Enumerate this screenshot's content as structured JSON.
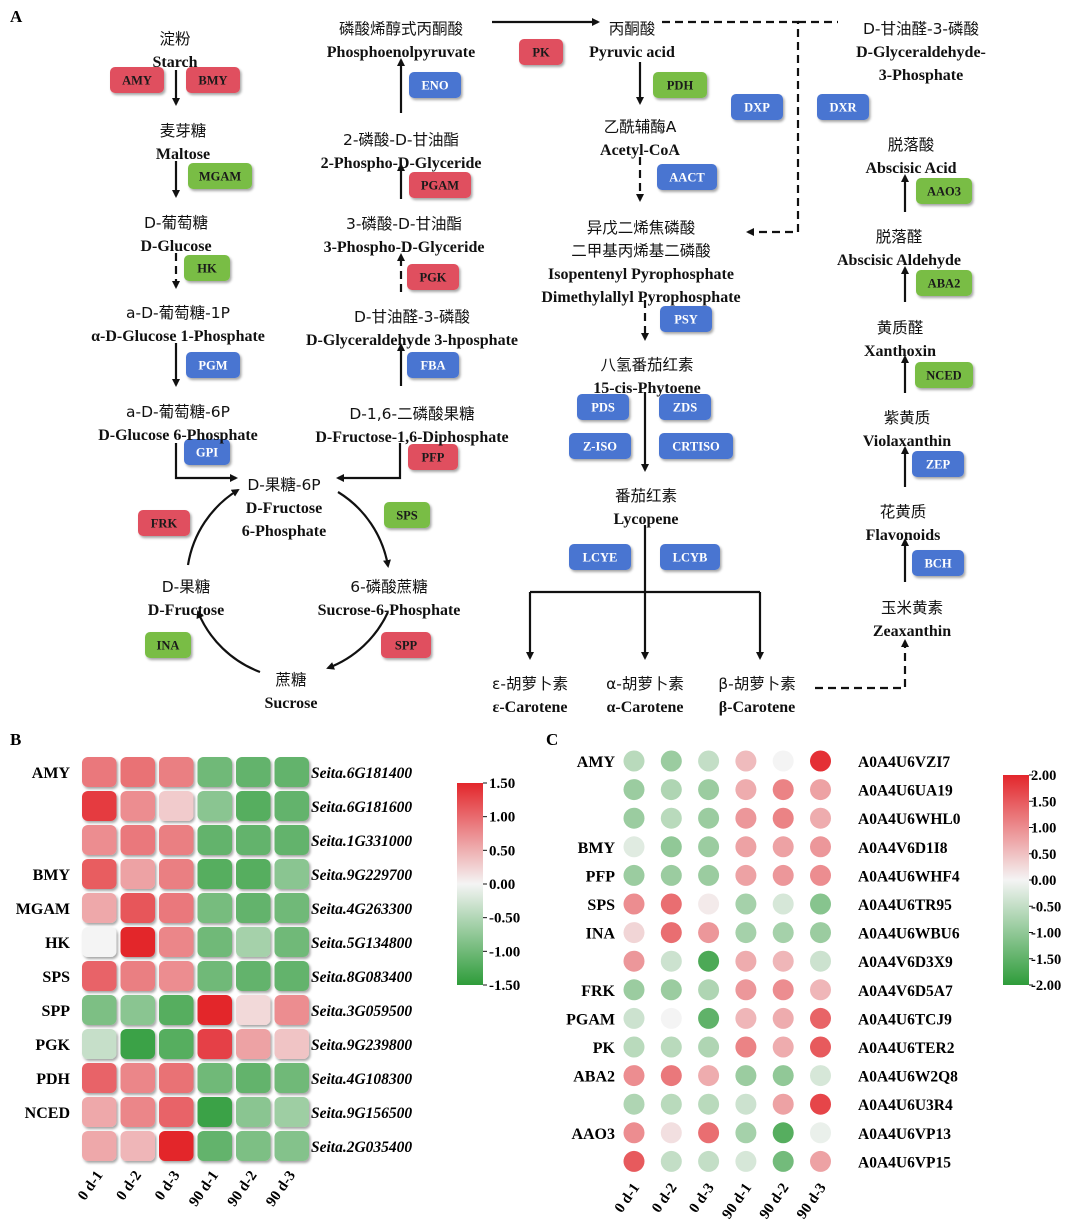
{
  "panels": {
    "a": "A",
    "b": "B",
    "c": "C"
  },
  "colors": {
    "red": "#e0505e",
    "green": "#79bd45",
    "blue": "#4a74d1",
    "heat_high": "#e3262b",
    "heat_mid": "#f4f4f4",
    "heat_low": "#2e9c3a"
  },
  "compounds": [
    {
      "id": "starch",
      "cn": "淀粉",
      "en": "Starch"
    },
    {
      "id": "maltose",
      "cn": "麦芽糖",
      "en": "Maltose"
    },
    {
      "id": "dglucose",
      "cn": "D-葡萄糖",
      "en": "D-Glucose"
    },
    {
      "id": "g1p",
      "cn": "a-D-葡萄糖-1P",
      "en": "α-D-Glucose 1-Phosphate"
    },
    {
      "id": "g6p",
      "cn": "a-D-葡萄糖-6P",
      "en": "D-Glucose 6-Phosphate"
    },
    {
      "id": "f6p",
      "cn": "D-果糖-6P",
      "en": "D-Fructose",
      "en2": "6-Phosphate"
    },
    {
      "id": "fructose",
      "cn": "D-果糖",
      "en": "D-Fructose"
    },
    {
      "id": "s6p",
      "cn": "6-磷酸蔗糖",
      "en": "Sucrose-6-Phosphate"
    },
    {
      "id": "sucrose",
      "cn": "蔗糖",
      "en": "Sucrose"
    },
    {
      "id": "pep",
      "cn": "磷酸烯醇式丙酮酸",
      "en": "Phosphoenolpyruvate"
    },
    {
      "id": "pg2",
      "cn": "2-磷酸-D-甘油酯",
      "en": "2-Phospho-D-Glyceride"
    },
    {
      "id": "pg3",
      "cn": "3-磷酸-D-甘油酯",
      "en": "3-Phospho-D-Glyceride"
    },
    {
      "id": "g3p",
      "cn": "D-甘油醛-3-磷酸",
      "en": "D-Glyceraldehyde 3-hposphate"
    },
    {
      "id": "fbp",
      "cn": "D-1,6-二磷酸果糖",
      "en": "D-Fructose-1,6-Diphosphate"
    },
    {
      "id": "pyr",
      "cn": "丙酮酸",
      "en": "Pyruvic acid"
    },
    {
      "id": "acoa",
      "cn": "乙酰辅酶A",
      "en": "Acetyl-CoA"
    },
    {
      "id": "ipp",
      "cn": "异戊二烯焦磷酸",
      "cn2": "二甲基丙烯基二磷酸",
      "en": "Isopentenyl Pyrophosphate",
      "en2": "Dimethylallyl Pyrophosphate"
    },
    {
      "id": "phy",
      "cn": "八氢番茄红素",
      "en": "15-cis-Phytoene"
    },
    {
      "id": "lyc",
      "cn": "番茄红素",
      "en": "Lycopene"
    },
    {
      "id": "ecar",
      "cn": "ε-胡萝卜素",
      "en": "ε-Carotene"
    },
    {
      "id": "acar",
      "cn": "α-胡萝卜素",
      "en": "α-Carotene"
    },
    {
      "id": "bcar",
      "cn": "β-胡萝卜素",
      "en": "β-Carotene"
    },
    {
      "id": "gap3",
      "cn": "D-甘油醛-3-磷酸",
      "en": "D-Glyceraldehyde-",
      "en2": "3-Phosphate"
    },
    {
      "id": "aba",
      "cn": "脱落酸",
      "en": "Abscisic Acid"
    },
    {
      "id": "abald",
      "cn": "脱落醛",
      "en": "Abscisic Aldehyde"
    },
    {
      "id": "xan",
      "cn": "黄质醛",
      "en": "Xanthoxin"
    },
    {
      "id": "vio",
      "cn": "紫黄质",
      "en": "Violaxanthin"
    },
    {
      "id": "flav",
      "cn": "花黄质",
      "en": "Flavonoids"
    },
    {
      "id": "zea",
      "cn": "玉米黄素",
      "en": "Zeaxanthin"
    }
  ],
  "enzymes": [
    {
      "label": "AMY",
      "color": "red"
    },
    {
      "label": "BMY",
      "color": "red"
    },
    {
      "label": "MGAM",
      "color": "green"
    },
    {
      "label": "HK",
      "color": "green"
    },
    {
      "label": "PGM",
      "color": "blue"
    },
    {
      "label": "GPI",
      "color": "blue"
    },
    {
      "label": "FRK",
      "color": "red"
    },
    {
      "label": "SPS",
      "color": "green"
    },
    {
      "label": "INA",
      "color": "green"
    },
    {
      "label": "SPP",
      "color": "red"
    },
    {
      "label": "PK",
      "color": "red"
    },
    {
      "label": "ENO",
      "color": "blue"
    },
    {
      "label": "PGAM",
      "color": "red"
    },
    {
      "label": "PGK",
      "color": "red"
    },
    {
      "label": "FBA",
      "color": "blue"
    },
    {
      "label": "PFP",
      "color": "red"
    },
    {
      "label": "PDH",
      "color": "green"
    },
    {
      "label": "AACT",
      "color": "blue"
    },
    {
      "label": "DXP",
      "color": "blue"
    },
    {
      "label": "DXR",
      "color": "blue"
    },
    {
      "label": "PSY",
      "color": "blue"
    },
    {
      "label": "PDS",
      "color": "blue"
    },
    {
      "label": "ZDS",
      "color": "blue"
    },
    {
      "label": "Z-ISO",
      "color": "blue"
    },
    {
      "label": "CRTISO",
      "color": "blue"
    },
    {
      "label": "LCYE",
      "color": "blue"
    },
    {
      "label": "LCYB",
      "color": "blue"
    },
    {
      "label": "AAO3",
      "color": "green"
    },
    {
      "label": "ABA2",
      "color": "green"
    },
    {
      "label": "NCED",
      "color": "green"
    },
    {
      "label": "ZEP",
      "color": "blue"
    },
    {
      "label": "BCH",
      "color": "blue"
    }
  ],
  "chart_data": [
    {
      "type": "heatmap",
      "panel": "B",
      "columns": [
        "0 d-1",
        "0 d-2",
        "0 d-3",
        "90 d-1",
        "90 d-2",
        "90 d-3"
      ],
      "rows": [
        {
          "gene": "Seita.6G181400",
          "enzyme": "AMY",
          "values": [
            0.9,
            0.95,
            0.85,
            -1.0,
            -1.1,
            -1.1
          ]
        },
        {
          "gene": "Seita.6G181600",
          "enzyme": "",
          "values": [
            1.35,
            0.75,
            0.3,
            -0.8,
            -1.2,
            -1.1
          ]
        },
        {
          "gene": "Seita.1G331000",
          "enzyme": "",
          "values": [
            0.75,
            0.9,
            0.85,
            -1.1,
            -1.1,
            -1.1
          ]
        },
        {
          "gene": "Seita.9G229700",
          "enzyme": "BMY",
          "values": [
            1.1,
            0.6,
            0.85,
            -1.2,
            -1.2,
            -0.8
          ]
        },
        {
          "gene": "Seita.4G263300",
          "enzyme": "MGAM",
          "values": [
            0.55,
            1.15,
            0.9,
            -0.95,
            -1.1,
            -1.0
          ]
        },
        {
          "gene": "Seita.5G134800",
          "enzyme": "HK",
          "values": [
            0.0,
            1.5,
            0.8,
            -1.0,
            -0.6,
            -1.0
          ]
        },
        {
          "gene": "Seita.8G083400",
          "enzyme": "SPS",
          "values": [
            1.05,
            0.85,
            0.75,
            -1.0,
            -1.1,
            -1.1
          ]
        },
        {
          "gene": "Seita.3G059500",
          "enzyme": "SPP",
          "values": [
            -0.9,
            -0.8,
            -1.2,
            1.5,
            0.2,
            0.75
          ]
        },
        {
          "gene": "Seita.9G239800",
          "enzyme": "PGK",
          "values": [
            -0.35,
            -1.4,
            -1.2,
            1.3,
            0.6,
            0.35
          ]
        },
        {
          "gene": "Seita.4G108300",
          "enzyme": "PDH",
          "values": [
            1.05,
            0.8,
            0.95,
            -1.0,
            -1.1,
            -1.0
          ]
        },
        {
          "gene": "Seita.9G156500",
          "enzyme": "NCED",
          "values": [
            0.55,
            0.8,
            1.05,
            -1.4,
            -0.8,
            -0.65
          ]
        },
        {
          "gene": "Seita.2G035400",
          "enzyme": "",
          "values": [
            0.55,
            0.45,
            1.5,
            -1.1,
            -0.9,
            -0.85
          ]
        }
      ],
      "colorbar": {
        "min": -1.5,
        "max": 1.5,
        "ticks": [
          "1.50",
          "1.00",
          "0.50",
          "0.00",
          "-0.50",
          "-1.00",
          "-1.50"
        ]
      }
    },
    {
      "type": "heatmap",
      "panel": "C",
      "columns": [
        "0 d-1",
        "0 d-2",
        "0 d-3",
        "90 d-1",
        "90 d-2",
        "90 d-3"
      ],
      "rows": [
        {
          "protein": "A0A4U6VZI7",
          "enzyme": "AMY",
          "values": [
            -0.6,
            -0.9,
            -0.5,
            0.55,
            0.0,
            1.9
          ]
        },
        {
          "protein": "A0A4U6UA19",
          "enzyme": "",
          "values": [
            -0.9,
            -0.7,
            -0.9,
            0.7,
            1.1,
            0.8
          ]
        },
        {
          "protein": "A0A4U6WHL0",
          "enzyme": "",
          "values": [
            -0.9,
            -0.6,
            -0.9,
            0.9,
            1.1,
            0.7
          ]
        },
        {
          "protein": "A0A4V6D1I8",
          "enzyme": "BMY",
          "values": [
            -0.2,
            -1.0,
            -0.9,
            0.8,
            0.8,
            0.9
          ]
        },
        {
          "protein": "A0A4U6WHF4",
          "enzyme": "PFP",
          "values": [
            -0.9,
            -0.9,
            -0.9,
            0.8,
            0.9,
            1.0
          ]
        },
        {
          "protein": "A0A4U6TR95",
          "enzyme": "SPS",
          "values": [
            1.0,
            1.3,
            0.1,
            -0.8,
            -0.3,
            -1.1
          ]
        },
        {
          "protein": "A0A4U6WBU6",
          "enzyme": "INA",
          "values": [
            0.3,
            1.3,
            0.9,
            -0.8,
            -0.8,
            -0.9
          ]
        },
        {
          "protein": "A0A4V6D3X9",
          "enzyme": "",
          "values": [
            0.9,
            -0.4,
            -1.7,
            0.7,
            0.6,
            -0.4
          ]
        },
        {
          "protein": "A0A4V6D5A7",
          "enzyme": "FRK",
          "values": [
            -0.9,
            -0.9,
            -0.7,
            0.9,
            1.0,
            0.6
          ]
        },
        {
          "protein": "A0A4U6TCJ9",
          "enzyme": "PGAM",
          "values": [
            -0.4,
            0.0,
            -1.5,
            0.6,
            0.7,
            1.4
          ]
        },
        {
          "protein": "A0A4U6TER2",
          "enzyme": "PK",
          "values": [
            -0.6,
            -0.6,
            -0.7,
            1.1,
            0.7,
            1.5
          ]
        },
        {
          "protein": "A0A4U6W2Q8",
          "enzyme": "ABA2",
          "values": [
            1.0,
            1.2,
            0.7,
            -0.9,
            -1.0,
            -0.3
          ]
        },
        {
          "protein": "A0A4U6U3R4",
          "enzyme": "",
          "values": [
            -0.7,
            -0.6,
            -0.6,
            -0.4,
            0.8,
            1.7
          ]
        },
        {
          "protein": "A0A4U6VP13",
          "enzyme": "AAO3",
          "values": [
            1.0,
            0.2,
            1.3,
            -0.8,
            -1.6,
            -0.1
          ]
        },
        {
          "protein": "A0A4U6VP15",
          "enzyme": "",
          "values": [
            1.5,
            -0.5,
            -0.5,
            -0.3,
            -1.3,
            0.8
          ]
        }
      ],
      "colorbar": {
        "min": -2.0,
        "max": 2.0,
        "ticks": [
          "2.00",
          "1.50",
          "1.00",
          "0.50",
          "0.00",
          "-0.50",
          "-1.00",
          "-1.50",
          "-2.00"
        ]
      }
    }
  ]
}
